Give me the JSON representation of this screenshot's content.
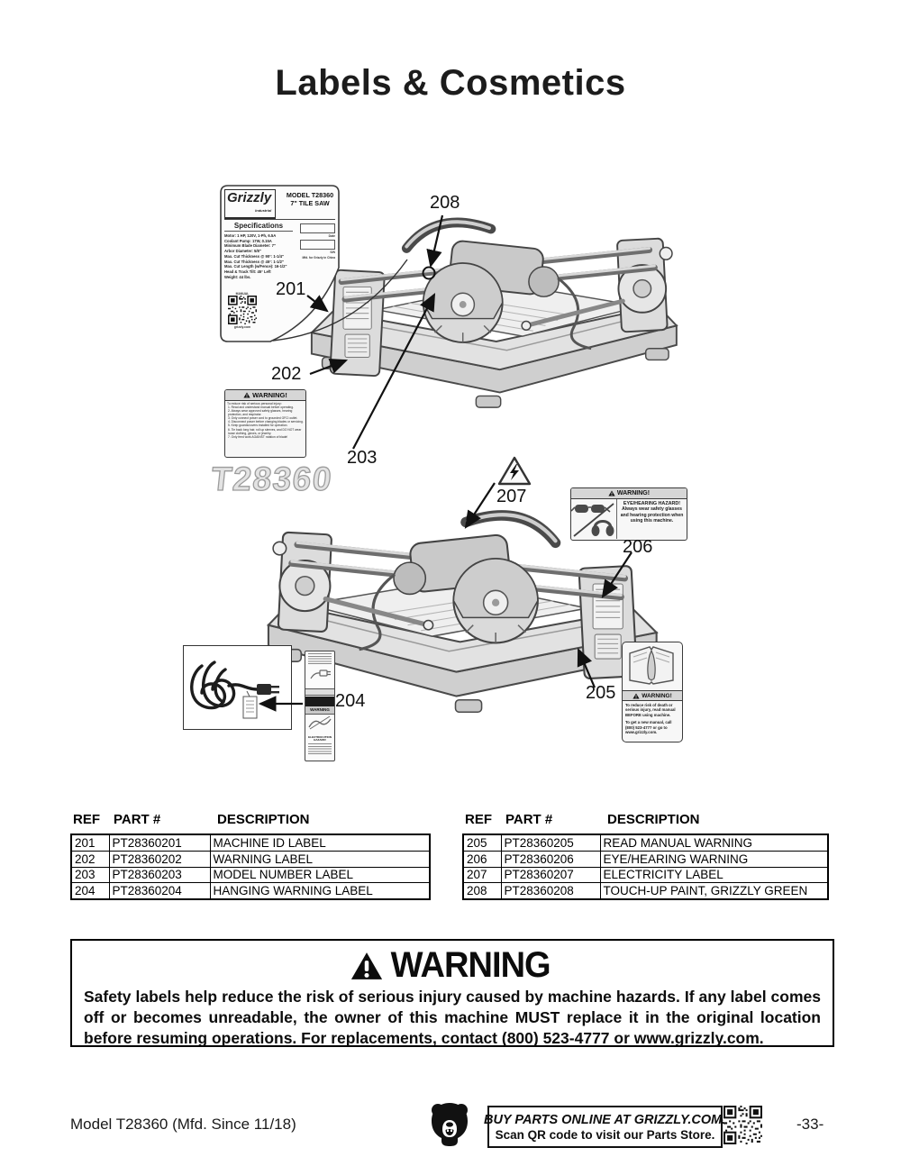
{
  "page": {
    "title": "Labels & Cosmetics"
  },
  "diagram": {
    "watermark": "T28360",
    "callouts": {
      "n201": "201",
      "n202": "202",
      "n203": "203",
      "n204": "204",
      "n205": "205",
      "n206": "206",
      "n207": "207",
      "n208": "208"
    }
  },
  "machine_id_label": {
    "brand": "Grizzly",
    "brand_sub": "Industrial",
    "model": "MODEL T28360",
    "type": "7\" TILE SAW",
    "spec_title": "Specifications",
    "specs": [
      "Motor: 1 HP, 120V, 1-Ph, 6.5A",
      "Coolant Pump: 17W, 0.15A",
      "Minimum Blade Diameter: 7\"",
      "Arbor Diameter: 5/8\"",
      "Max. Cut Thickness @ 90°: 1-1/4\"",
      "Max. Cut Thickness @ 45°: 1-1/2\"",
      "Max. Cut Length (w/Fence): 16-1/2\"",
      "Head & Track Tilt: 45° Left",
      "Weight: 44 lbs."
    ],
    "date_label": "Date",
    "sn_label": "S/N",
    "mfd_note": "Mfd. for Grizzly in China",
    "manual_note": "MANUAL",
    "site": "grizzly.com"
  },
  "warning_label_202": {
    "header": "WARNING!",
    "intro": "To reduce risk of serious personal injury:",
    "items": [
      "1. Read and understand manual before operating.",
      "2. Always wear approved safety glasses, hearing protection, and respirator.",
      "3. Only connect power cord to grounded GFCI outlet.",
      "4. Disconnect power before changing blades or servicing.",
      "5. Keep guards/covers installed for operation.",
      "6. Tie back long hair, roll up sleeves, and DO NOT wear loose clothing, gloves, or jewelry.",
      "7. Only feed work AGAINST rotation of blade!"
    ]
  },
  "eye_hearing_label": {
    "header": "WARNING!",
    "title": "EYE/HEARING HAZARD!",
    "body": "Always wear safety glasses and hearing protection when using this machine."
  },
  "read_manual_label": {
    "header": "WARNING!",
    "body1": "To reduce risk of death or serious injury, read manual BEFORE using machine.",
    "body2": "To get a new manual, call (800) 523-4777 or go to www.grizzly.com."
  },
  "hanging_label": {
    "warning_header": "WARNING",
    "bottom_title": "ELECTROCUTION HAZARD!"
  },
  "parts": {
    "headers": [
      "REF",
      "PART #",
      "DESCRIPTION"
    ],
    "left_rows": [
      [
        "201",
        "PT28360201",
        "MACHINE ID LABEL"
      ],
      [
        "202",
        "PT28360202",
        "WARNING LABEL"
      ],
      [
        "203",
        "PT28360203",
        "MODEL NUMBER LABEL"
      ],
      [
        "204",
        "PT28360204",
        "HANGING WARNING LABEL"
      ]
    ],
    "right_rows": [
      [
        "205",
        "PT28360205",
        "READ MANUAL WARNING"
      ],
      [
        "206",
        "PT28360206",
        "EYE/HEARING WARNING"
      ],
      [
        "207",
        "PT28360207",
        "ELECTRICITY LABEL"
      ],
      [
        "208",
        "PT28360208",
        "TOUCH-UP PAINT, GRIZZLY GREEN"
      ]
    ]
  },
  "warning_box": {
    "title": "WARNING",
    "body": "Safety labels help reduce the risk of serious injury caused by machine hazards. If any label comes off or becomes unreadable, the owner of this machine MUST replace it in the original location before resuming operations. For replacements, contact (800) 523-4777 or www.grizzly.com."
  },
  "footer": {
    "model": "Model T28360 (Mfd. Since 11/18)",
    "buy_line1": "BUY PARTS ONLINE AT GRIZZLY.COM!",
    "buy_line2": "Scan QR code to visit our Parts Store.",
    "page": "-33-"
  }
}
